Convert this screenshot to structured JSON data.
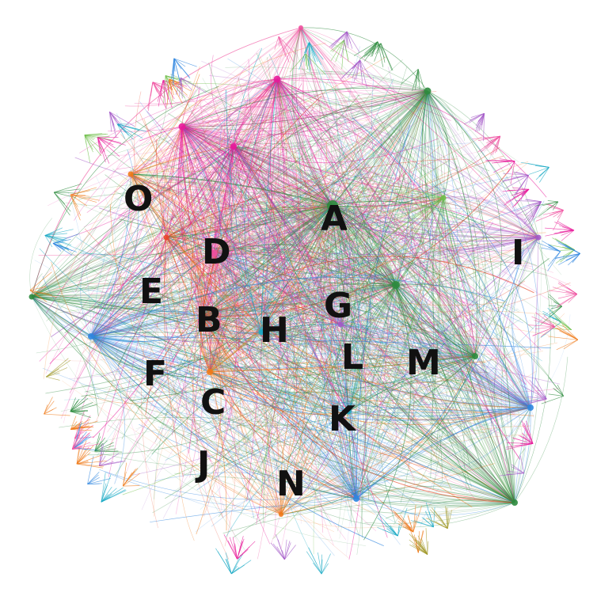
{
  "palette": {
    "green": "#2e8b3e",
    "green_light": "#6fbf4a",
    "magenta": "#e8199a",
    "pink": "#f0509f",
    "red": "#e8472a",
    "orange": "#f07a1a",
    "blue": "#2f86e0",
    "teal": "#19a9c4",
    "purple": "#a45ac8",
    "olive": "#a39a2c",
    "label_color": "#111111"
  },
  "labels": [
    "A",
    "B",
    "C",
    "D",
    "E",
    "F",
    "G",
    "H",
    "I",
    "J",
    "K",
    "L",
    "M",
    "N",
    "O"
  ]
}
